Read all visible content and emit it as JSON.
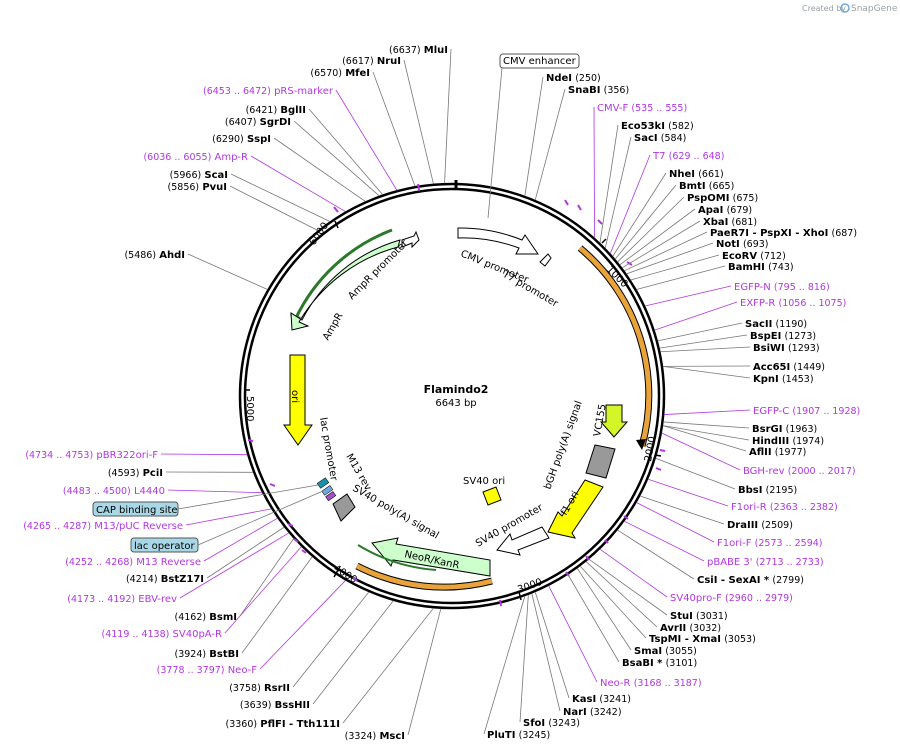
{
  "credit": {
    "created_by": "Created by",
    "brand": "SnapGene"
  },
  "plasmid": {
    "name": "Flamindo2",
    "size": "6643 bp"
  },
  "ticks": [
    "1000",
    "2000",
    "3000",
    "4000",
    "5000",
    "6000"
  ],
  "features": {
    "cmv_promoter": "CMV promoter",
    "t7_promoter": "T7 promoter",
    "ampr_promoter": "AmpR promoter",
    "ampr": "AmpR",
    "ori": "ori",
    "lac_promoter": "lac promoter",
    "m13_rev": "M13 rev",
    "sv40_polya": "SV40 poly(A) signal",
    "neor_kanr": "NeoR/KanR",
    "sv40_promoter": "SV40 promoter",
    "sv40_ori": "SV40 ori",
    "f1_ori": "f1 ori",
    "bgh_polya": "bGH poly(A) signal",
    "vc155": "VC155"
  },
  "boxed_labels": {
    "cmv_enhancer": "CMV enhancer",
    "cap_binding_site": "CAP binding site",
    "lac_operator": "lac operator"
  },
  "colors": {
    "backbone": "#000000",
    "primer": "#b236e0",
    "ampr": "#ccffcc",
    "ori": "#ffff00",
    "f1_ori": "#ffff00",
    "neor": "#ccffcc",
    "orf_orange": "#e8a33a",
    "vc155": "#d4f527",
    "promoter": "#ffffff",
    "polya": "#999999"
  },
  "labels_right": [
    {
      "name": "NdeI",
      "pos": "(250)",
      "kind": "site"
    },
    {
      "name": "SnaBI",
      "pos": "(356)",
      "kind": "site"
    },
    {
      "name": "CMV-F",
      "pos": "(535 .. 555)",
      "kind": "primer"
    },
    {
      "name": "Eco53kI",
      "pos": "(582)",
      "kind": "site"
    },
    {
      "name": "SacI",
      "pos": "(584)",
      "kind": "site"
    },
    {
      "name": "T7",
      "pos": "(629 .. 648)",
      "kind": "primer"
    },
    {
      "name": "NheI",
      "pos": "(661)",
      "kind": "site"
    },
    {
      "name": "BmtI",
      "pos": "(665)",
      "kind": "site"
    },
    {
      "name": "PspOMI",
      "pos": "(675)",
      "kind": "site"
    },
    {
      "name": "ApaI",
      "pos": "(679)",
      "kind": "site"
    },
    {
      "name": "XbaI",
      "pos": "(681)",
      "kind": "site"
    },
    {
      "name": "PaeR7I - PspXI - XhoI",
      "pos": "(687)",
      "kind": "site"
    },
    {
      "name": "NotI",
      "pos": "(693)",
      "kind": "site"
    },
    {
      "name": "EcoRV",
      "pos": "(712)",
      "kind": "site"
    },
    {
      "name": "BamHI",
      "pos": "(743)",
      "kind": "site"
    },
    {
      "name": "EGFP-N",
      "pos": "(795 .. 816)",
      "kind": "primer"
    },
    {
      "name": "EXFP-R",
      "pos": "(1056 .. 1075)",
      "kind": "primer"
    },
    {
      "name": "SacII",
      "pos": "(1190)",
      "kind": "site"
    },
    {
      "name": "BspEI",
      "pos": "(1273)",
      "kind": "site"
    },
    {
      "name": "BsiWI",
      "pos": "(1293)",
      "kind": "site"
    },
    {
      "name": "Acc65I",
      "pos": "(1449)",
      "kind": "site"
    },
    {
      "name": "KpnI",
      "pos": "(1453)",
      "kind": "site"
    },
    {
      "name": "EGFP-C",
      "pos": "(1907 .. 1928)",
      "kind": "primer"
    },
    {
      "name": "BsrGI",
      "pos": "(1963)",
      "kind": "site"
    },
    {
      "name": "HindIII",
      "pos": "(1974)",
      "kind": "site"
    },
    {
      "name": "AflII",
      "pos": "(1977)",
      "kind": "site"
    },
    {
      "name": "BGH-rev",
      "pos": "(2000 .. 2017)",
      "kind": "primer"
    },
    {
      "name": "BbsI",
      "pos": "(2195)",
      "kind": "site"
    },
    {
      "name": "F1ori-R",
      "pos": "(2363 .. 2382)",
      "kind": "primer"
    },
    {
      "name": "DraIII",
      "pos": "(2509)",
      "kind": "site"
    },
    {
      "name": "F1ori-F",
      "pos": "(2573 .. 2594)",
      "kind": "primer"
    },
    {
      "name": "pBABE 3'",
      "pos": "(2713 .. 2733)",
      "kind": "primer"
    },
    {
      "name": "CsiI - SexAI *",
      "pos": "(2799)",
      "kind": "site"
    },
    {
      "name": "SV40pro-F",
      "pos": "(2960 .. 2979)",
      "kind": "primer"
    },
    {
      "name": "StuI",
      "pos": "(3031)",
      "kind": "site"
    },
    {
      "name": "AvrII",
      "pos": "(3032)",
      "kind": "site"
    },
    {
      "name": "TspMI - XmaI",
      "pos": "(3053)",
      "kind": "site"
    },
    {
      "name": "SmaI",
      "pos": "(3055)",
      "kind": "site"
    },
    {
      "name": "BsaBI *",
      "pos": "(3101)",
      "kind": "site"
    },
    {
      "name": "Neo-R",
      "pos": "(3168 .. 3187)",
      "kind": "primer"
    },
    {
      "name": "KasI",
      "pos": "(3241)",
      "kind": "site"
    },
    {
      "name": "NarI",
      "pos": "(3242)",
      "kind": "site"
    },
    {
      "name": "SfoI",
      "pos": "(3243)",
      "kind": "site"
    },
    {
      "name": "PluTI",
      "pos": "(3245)",
      "kind": "site"
    }
  ],
  "labels_left": [
    {
      "name": "MluI",
      "pos": "(6637)",
      "kind": "site"
    },
    {
      "name": "NruI",
      "pos": "(6617)",
      "kind": "site"
    },
    {
      "name": "MfeI",
      "pos": "(6570)",
      "kind": "site"
    },
    {
      "name": "pRS-marker",
      "pos": "(6453 .. 6472)",
      "kind": "primer"
    },
    {
      "name": "BglII",
      "pos": "(6421)",
      "kind": "site"
    },
    {
      "name": "SgrDI",
      "pos": "(6407)",
      "kind": "site"
    },
    {
      "name": "SspI",
      "pos": "(6290)",
      "kind": "site"
    },
    {
      "name": "Amp-R",
      "pos": "(6036 .. 6055)",
      "kind": "primer"
    },
    {
      "name": "ScaI",
      "pos": "(5966)",
      "kind": "site"
    },
    {
      "name": "PvuI",
      "pos": "(5856)",
      "kind": "site"
    },
    {
      "name": "AhdI",
      "pos": "(5486)",
      "kind": "site"
    },
    {
      "name": "pBR322ori-F",
      "pos": "(4734 .. 4753)",
      "kind": "primer"
    },
    {
      "name": "PciI",
      "pos": "(4593)",
      "kind": "site"
    },
    {
      "name": "L4440",
      "pos": "(4483 .. 4500)",
      "kind": "primer"
    },
    {
      "name": "M13/pUC Reverse",
      "pos": "(4265 .. 4287)",
      "kind": "primer"
    },
    {
      "name": "M13 Reverse",
      "pos": "(4252 .. 4268)",
      "kind": "primer"
    },
    {
      "name": "BstZ17I",
      "pos": "(4214)",
      "kind": "site"
    },
    {
      "name": "EBV-rev",
      "pos": "(4173 .. 4192)",
      "kind": "primer"
    },
    {
      "name": "BsmI",
      "pos": "(4162)",
      "kind": "site"
    },
    {
      "name": "SV40pA-R",
      "pos": "(4119 .. 4138)",
      "kind": "primer"
    },
    {
      "name": "BstBI",
      "pos": "(3924)",
      "kind": "site"
    },
    {
      "name": "Neo-F",
      "pos": "(3778 .. 3797)",
      "kind": "primer"
    },
    {
      "name": "RsrII",
      "pos": "(3758)",
      "kind": "site"
    },
    {
      "name": "BssHII",
      "pos": "(3639)",
      "kind": "site"
    },
    {
      "name": "PflFI - Tth111I",
      "pos": "(3360)",
      "kind": "site"
    },
    {
      "name": "MscI",
      "pos": "(3324)",
      "kind": "site"
    }
  ]
}
